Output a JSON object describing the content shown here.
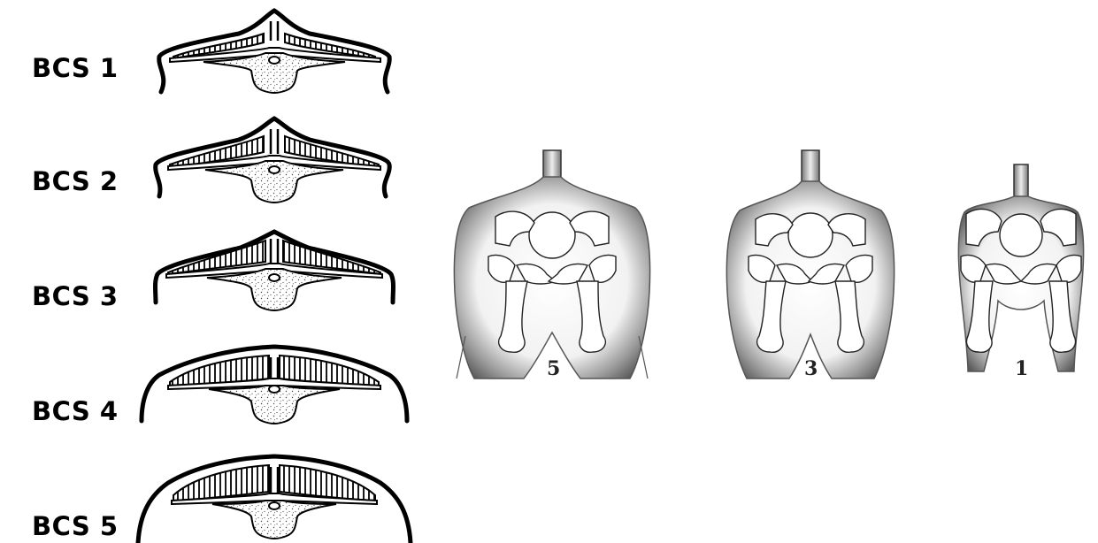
{
  "cross_section_labels": [
    "BCS 1",
    "BCS 2",
    "BCS 3",
    "BCS 4",
    "BCS 5"
  ],
  "rear_view_labels": [
    "5",
    "3",
    "1"
  ]
}
